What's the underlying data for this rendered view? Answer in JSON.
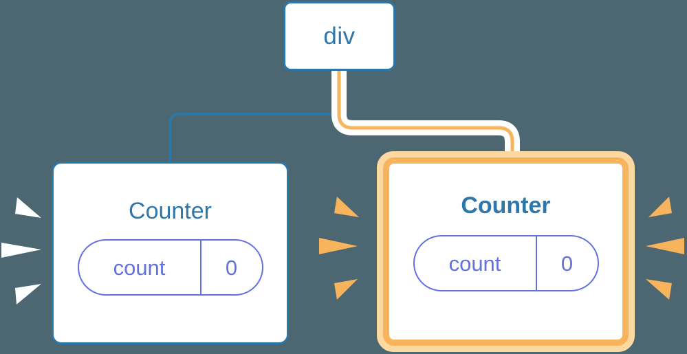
{
  "diagram": {
    "title": "component-tree-rerender",
    "background_color": "#4c6771",
    "nodes": {
      "root": {
        "label": "div",
        "border_color": "#2d77a8",
        "text_color": "#2e77a8"
      },
      "counter_left": {
        "label": "Counter",
        "border_color": "#2d77a8",
        "text_color": "#2e77a8",
        "highlighted": "false",
        "prop": {
          "name": "count",
          "value": "0",
          "color": "#6271de"
        }
      },
      "counter_right": {
        "label": "Counter",
        "border_color": "#f7b45c",
        "glow_color": "#fbd9a0",
        "text_color": "#2e77a8",
        "highlighted": "true",
        "prop": {
          "name": "count",
          "value": "0",
          "color": "#6271de"
        }
      }
    },
    "edges": [
      {
        "name": "edge-root-to-counter-left",
        "from": "root",
        "to": "counter_left",
        "color": "#2d77a8",
        "state": "idle"
      },
      {
        "name": "edge-root-to-counter-right",
        "from": "root",
        "to": "counter_right",
        "color": "#f7b45c",
        "halo_color": "#ffffff",
        "state": "active"
      }
    ],
    "bursts": [
      {
        "name": "burst-left",
        "color": "#ffffff",
        "attached_to": "counter_left",
        "side": "left"
      },
      {
        "name": "burst-mid",
        "color": "#f7b45c",
        "attached_to": "counter_right",
        "side": "left"
      },
      {
        "name": "burst-right",
        "color": "#f7b45c",
        "attached_to": "counter_right",
        "side": "right"
      }
    ]
  }
}
